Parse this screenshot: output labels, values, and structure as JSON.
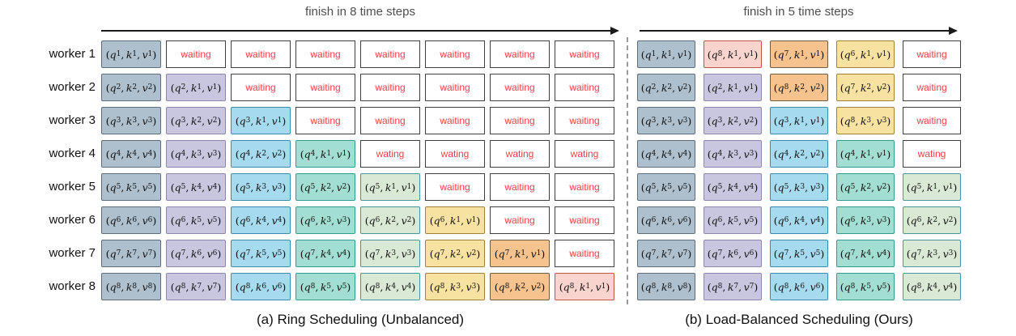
{
  "figure": {
    "panel_a": {
      "header": "finish in 8 time steps",
      "caption": "(a) Ring Scheduling (Unbalanced)",
      "time_steps": 8
    },
    "panel_b": {
      "header": "finish in 5 time steps",
      "caption": "(b) Load-Balanced Scheduling (Ours)",
      "time_steps": 5
    },
    "workers": [
      "worker 1",
      "worker 2",
      "worker 3",
      "worker 4",
      "worker 5",
      "worker 6",
      "worker 7",
      "worker 8"
    ],
    "palette": [
      {
        "diag": 1,
        "fill": "#aec0ce",
        "border": "#5d6c7b"
      },
      {
        "diag": 2,
        "fill": "#c9c6e0",
        "border": "#8c87ab"
      },
      {
        "diag": 3,
        "fill": "#a6daee",
        "border": "#3a8cad"
      },
      {
        "diag": 4,
        "fill": "#a3ded2",
        "border": "#2f9c92"
      },
      {
        "diag": 5,
        "fill": "#d9e9d5",
        "border": "#48979f"
      },
      {
        "diag": 6,
        "fill": "#f8e2a2",
        "border": "#9d8238"
      },
      {
        "diag": 7,
        "fill": "#f6c28d",
        "border": "#6e5b41"
      },
      {
        "diag": 8,
        "fill": "#f9d3cd",
        "border": "#c2544c"
      }
    ],
    "waiting_text_color": "#fb3b46",
    "grid_a_rows": [
      [
        {
          "q": 1,
          "kv": 1,
          "c": 1
        },
        {
          "wait": "waiting"
        },
        {
          "wait": "waiting"
        },
        {
          "wait": "waiting"
        },
        {
          "wait": "waiting"
        },
        {
          "wait": "waiting"
        },
        {
          "wait": "waiting"
        },
        {
          "wait": "waiting"
        }
      ],
      [
        {
          "q": 2,
          "kv": 2,
          "c": 1
        },
        {
          "q": 2,
          "kv": 1,
          "c": 2
        },
        {
          "wait": "waiting"
        },
        {
          "wait": "waiting"
        },
        {
          "wait": "waiting"
        },
        {
          "wait": "waiting"
        },
        {
          "wait": "waiting"
        },
        {
          "wait": "waiting"
        }
      ],
      [
        {
          "q": 3,
          "kv": 3,
          "c": 1
        },
        {
          "q": 3,
          "kv": 2,
          "c": 2
        },
        {
          "q": 3,
          "kv": 1,
          "c": 3
        },
        {
          "wait": "waiting"
        },
        {
          "wait": "waiting"
        },
        {
          "wait": "waiting"
        },
        {
          "wait": "waiting"
        },
        {
          "wait": "waiting"
        }
      ],
      [
        {
          "q": 4,
          "kv": 4,
          "c": 1
        },
        {
          "q": 4,
          "kv": 3,
          "c": 2
        },
        {
          "q": 4,
          "kv": 2,
          "c": 3
        },
        {
          "q": 4,
          "kv": 1,
          "c": 4
        },
        {
          "wait": "wating"
        },
        {
          "wait": "wating"
        },
        {
          "wait": "wating"
        },
        {
          "wait": "wating"
        }
      ],
      [
        {
          "q": 5,
          "kv": 5,
          "c": 1
        },
        {
          "q": 5,
          "kv": 4,
          "c": 2
        },
        {
          "q": 5,
          "kv": 3,
          "c": 3
        },
        {
          "q": 5,
          "kv": 2,
          "c": 4
        },
        {
          "q": 5,
          "kv": 1,
          "c": 5
        },
        {
          "wait": "waiting"
        },
        {
          "wait": "waiting"
        },
        {
          "wait": "waiting"
        }
      ],
      [
        {
          "q": 6,
          "kv": 6,
          "c": 1
        },
        {
          "q": 6,
          "kv": 5,
          "c": 2
        },
        {
          "q": 6,
          "kv": 4,
          "c": 3
        },
        {
          "q": 6,
          "kv": 3,
          "c": 4
        },
        {
          "q": 6,
          "kv": 2,
          "c": 5
        },
        {
          "q": 6,
          "kv": 1,
          "c": 6
        },
        {
          "wait": "waiting"
        },
        {
          "wait": "waiting"
        }
      ],
      [
        {
          "q": 7,
          "kv": 7,
          "c": 1
        },
        {
          "q": 7,
          "kv": 6,
          "c": 2
        },
        {
          "q": 7,
          "kv": 5,
          "c": 3
        },
        {
          "q": 7,
          "kv": 4,
          "c": 4
        },
        {
          "q": 7,
          "kv": 3,
          "c": 5
        },
        {
          "q": 7,
          "kv": 2,
          "c": 6
        },
        {
          "q": 7,
          "kv": 1,
          "c": 7
        },
        {
          "wait": "waiting"
        }
      ],
      [
        {
          "q": 8,
          "kv": 8,
          "c": 1
        },
        {
          "q": 8,
          "kv": 7,
          "c": 2
        },
        {
          "q": 8,
          "kv": 6,
          "c": 3
        },
        {
          "q": 8,
          "kv": 5,
          "c": 4
        },
        {
          "q": 8,
          "kv": 4,
          "c": 5
        },
        {
          "q": 8,
          "kv": 3,
          "c": 6
        },
        {
          "q": 8,
          "kv": 2,
          "c": 7
        },
        {
          "q": 8,
          "kv": 1,
          "c": 8
        }
      ]
    ],
    "grid_b_rows": [
      [
        {
          "q": 1,
          "kv": 1,
          "c": 1
        },
        {
          "q": 8,
          "kv": 1,
          "c": 8
        },
        {
          "q": 7,
          "kv": 1,
          "c": 7
        },
        {
          "q": 6,
          "kv": 1,
          "c": 6
        },
        {
          "wait": "waiting"
        }
      ],
      [
        {
          "q": 2,
          "kv": 2,
          "c": 1
        },
        {
          "q": 2,
          "kv": 1,
          "c": 2
        },
        {
          "q": 8,
          "kv": 2,
          "c": 7
        },
        {
          "q": 7,
          "kv": 2,
          "c": 6
        },
        {
          "wait": "waiting"
        }
      ],
      [
        {
          "q": 3,
          "kv": 3,
          "c": 1
        },
        {
          "q": 3,
          "kv": 2,
          "c": 2
        },
        {
          "q": 3,
          "kv": 1,
          "c": 3
        },
        {
          "q": 8,
          "kv": 3,
          "c": 6
        },
        {
          "wait": "waiting"
        }
      ],
      [
        {
          "q": 4,
          "kv": 4,
          "c": 1
        },
        {
          "q": 4,
          "kv": 3,
          "c": 2
        },
        {
          "q": 4,
          "kv": 2,
          "c": 3
        },
        {
          "q": 4,
          "kv": 1,
          "c": 4
        },
        {
          "wait": "wating"
        }
      ],
      [
        {
          "q": 5,
          "kv": 5,
          "c": 1
        },
        {
          "q": 5,
          "kv": 4,
          "c": 2
        },
        {
          "q": 5,
          "kv": 3,
          "c": 3
        },
        {
          "q": 5,
          "kv": 2,
          "c": 4
        },
        {
          "q": 5,
          "kv": 1,
          "c": 5
        }
      ],
      [
        {
          "q": 6,
          "kv": 6,
          "c": 1
        },
        {
          "q": 6,
          "kv": 5,
          "c": 2
        },
        {
          "q": 6,
          "kv": 4,
          "c": 3
        },
        {
          "q": 6,
          "kv": 3,
          "c": 4
        },
        {
          "q": 6,
          "kv": 2,
          "c": 5
        }
      ],
      [
        {
          "q": 7,
          "kv": 7,
          "c": 1
        },
        {
          "q": 7,
          "kv": 6,
          "c": 2
        },
        {
          "q": 7,
          "kv": 5,
          "c": 3
        },
        {
          "q": 7,
          "kv": 4,
          "c": 4
        },
        {
          "q": 7,
          "kv": 3,
          "c": 5
        }
      ],
      [
        {
          "q": 8,
          "kv": 8,
          "c": 1
        },
        {
          "q": 8,
          "kv": 7,
          "c": 2
        },
        {
          "q": 8,
          "kv": 6,
          "c": 3
        },
        {
          "q": 8,
          "kv": 5,
          "c": 4
        },
        {
          "q": 8,
          "kv": 4,
          "c": 5
        }
      ]
    ]
  }
}
